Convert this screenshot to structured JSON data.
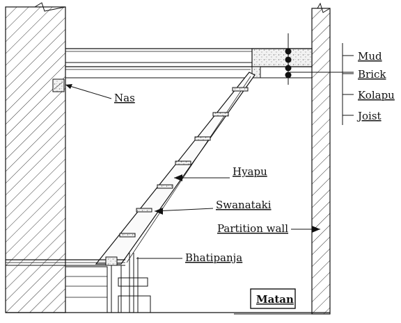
{
  "labels": {
    "mud": "Mud",
    "brick": "Brick",
    "kolapu": "Kolapu",
    "joist": "Joist",
    "nas": "Nas",
    "hyapu": "Hyapu",
    "swanataki": "Swanataki",
    "partition_wall": "Partition wall",
    "bhatipanja": "Bhatipanja",
    "matan": "Matan"
  }
}
